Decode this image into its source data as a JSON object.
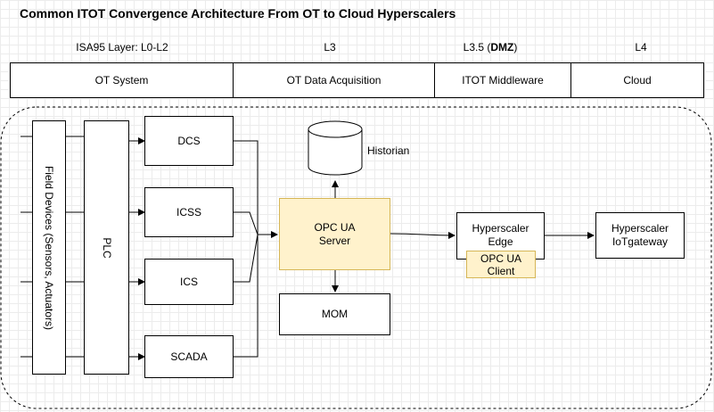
{
  "title": "Common ITOT Convergence Architecture From OT to Cloud Hyperscalers",
  "layers": [
    {
      "label": "ISA95 Layer: L0-L2"
    },
    {
      "label": "L3"
    },
    {
      "label_prefix": "L3.5 (",
      "label_bold": "DMZ",
      "label_suffix": ")"
    },
    {
      "label": "L4"
    }
  ],
  "band": [
    "OT System",
    "OT Data Acquisition",
    "ITOT Middleware",
    "Cloud"
  ],
  "nodes": {
    "field_devices": "Field Devices (Sensors, Actuators)",
    "plc": "PLC",
    "dcs": "DCS",
    "icss": "ICSS",
    "ics": "ICS",
    "scada": "SCADA",
    "historian": "Historian",
    "opc_ua_server": [
      "OPC UA",
      "Server"
    ],
    "mom": "MOM",
    "hyperscaler_edge": [
      "Hyperscaler",
      "Edge"
    ],
    "opc_ua_client": [
      "OPC UA",
      "Client"
    ],
    "hyperscaler_iotgateway": [
      "Hyperscaler",
      "IoTgateway"
    ]
  },
  "colors": {
    "highlight_fill": "#fff2cc",
    "highlight_stroke": "#d6b656",
    "line": "#000000",
    "grid": "#ececec"
  }
}
